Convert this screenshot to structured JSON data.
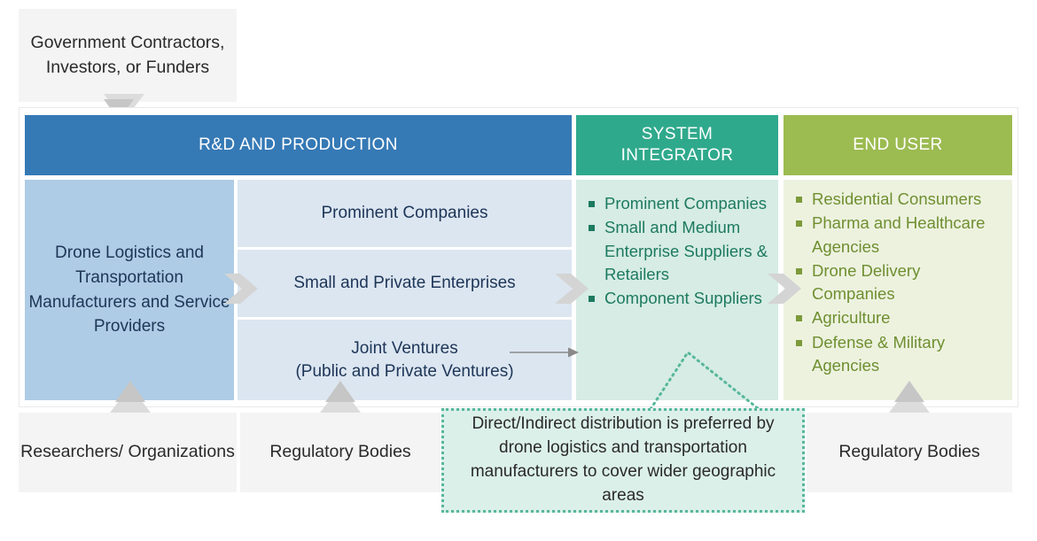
{
  "top_stakeholder": {
    "label": "Government Contractors, Investors, or Funders"
  },
  "columns": {
    "rd": {
      "header": "R&D AND PRODUCTION",
      "left_block": "Drone Logistics and Transportation Manufacturers and Service Providers",
      "cells": [
        "Prominent Companies",
        "Small and Private Enterprises",
        "Joint Ventures\n(Public and Private Ventures)"
      ],
      "cell3_line1": "Joint Ventures",
      "cell3_line2": "(Public and Private Ventures)",
      "color": "#3579b5"
    },
    "system_integrator": {
      "header": "SYSTEM INTEGRATOR",
      "header_line1": "SYSTEM",
      "header_line2": "INTEGRATOR",
      "items": [
        "Prominent Companies",
        "Small and Medium Enterprise Suppliers & Retailers",
        "Component Suppliers"
      ],
      "color": "#2fa98c"
    },
    "end_user": {
      "header": "END USER",
      "items": [
        "Residential Consumers",
        "Pharma and Healthcare Agencies",
        "Drone Delivery Companies",
        "Agriculture",
        "Defense & Military Agencies"
      ],
      "color": "#9cbb51"
    }
  },
  "bottom_stakeholders": [
    {
      "label": "Researchers/ Organizations"
    },
    {
      "label": "Regulatory Bodies"
    },
    {
      "label": "Regulatory Bodies"
    }
  ],
  "callout": {
    "text": "Direct/Indirect distribution is preferred by drone logistics and transportation manufacturers to cover wider geographic areas",
    "border_color": "#57b79b",
    "fill_color": "#dcf0ea"
  },
  "arrows": {
    "fill": "#dcdcdc",
    "fill_dark": "#c6c6c6",
    "connector": "#8a8a8a"
  }
}
